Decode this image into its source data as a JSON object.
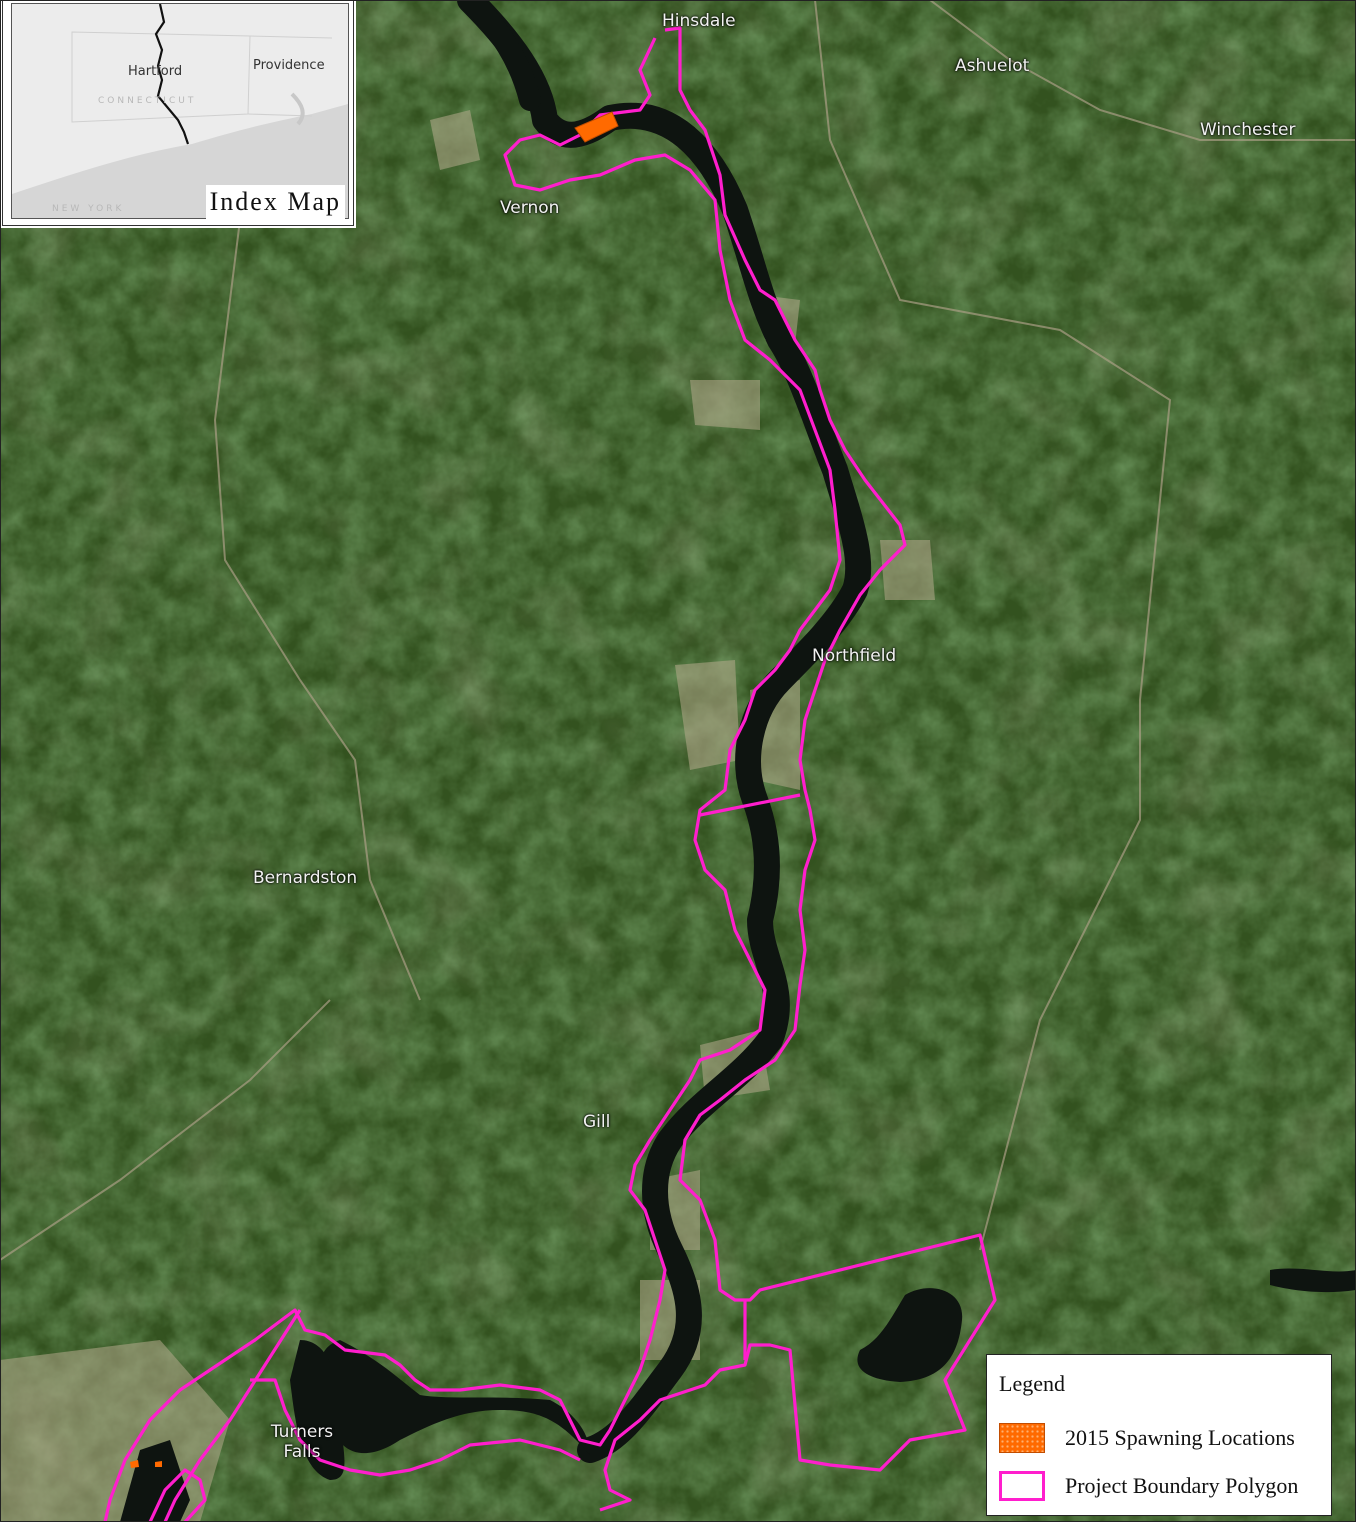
{
  "index_map": {
    "title": "Index Map",
    "labels": [
      "Hartford",
      "Providence"
    ],
    "faint_labels": [
      "CONNECTICUT",
      "NEW YORK"
    ]
  },
  "places": [
    {
      "name": "Hinsdale"
    },
    {
      "name": "Ashuelot"
    },
    {
      "name": "Winchester"
    },
    {
      "name": "Vernon"
    },
    {
      "name": "Northfield"
    },
    {
      "name": "Bernardston"
    },
    {
      "name": "Gill"
    },
    {
      "name": "Turners Falls"
    }
  ],
  "legend": {
    "title": "Legend",
    "items": [
      {
        "label": "2015 Spawning Locations",
        "color": "#ff6a00"
      },
      {
        "label": "Project Boundary Polygon",
        "color": "#ff1ecd"
      }
    ]
  },
  "colors": {
    "boundary": "#ff1ecd",
    "spawning": "#ff6a00",
    "river": "#0e1410",
    "forest": "#2f4a22"
  }
}
